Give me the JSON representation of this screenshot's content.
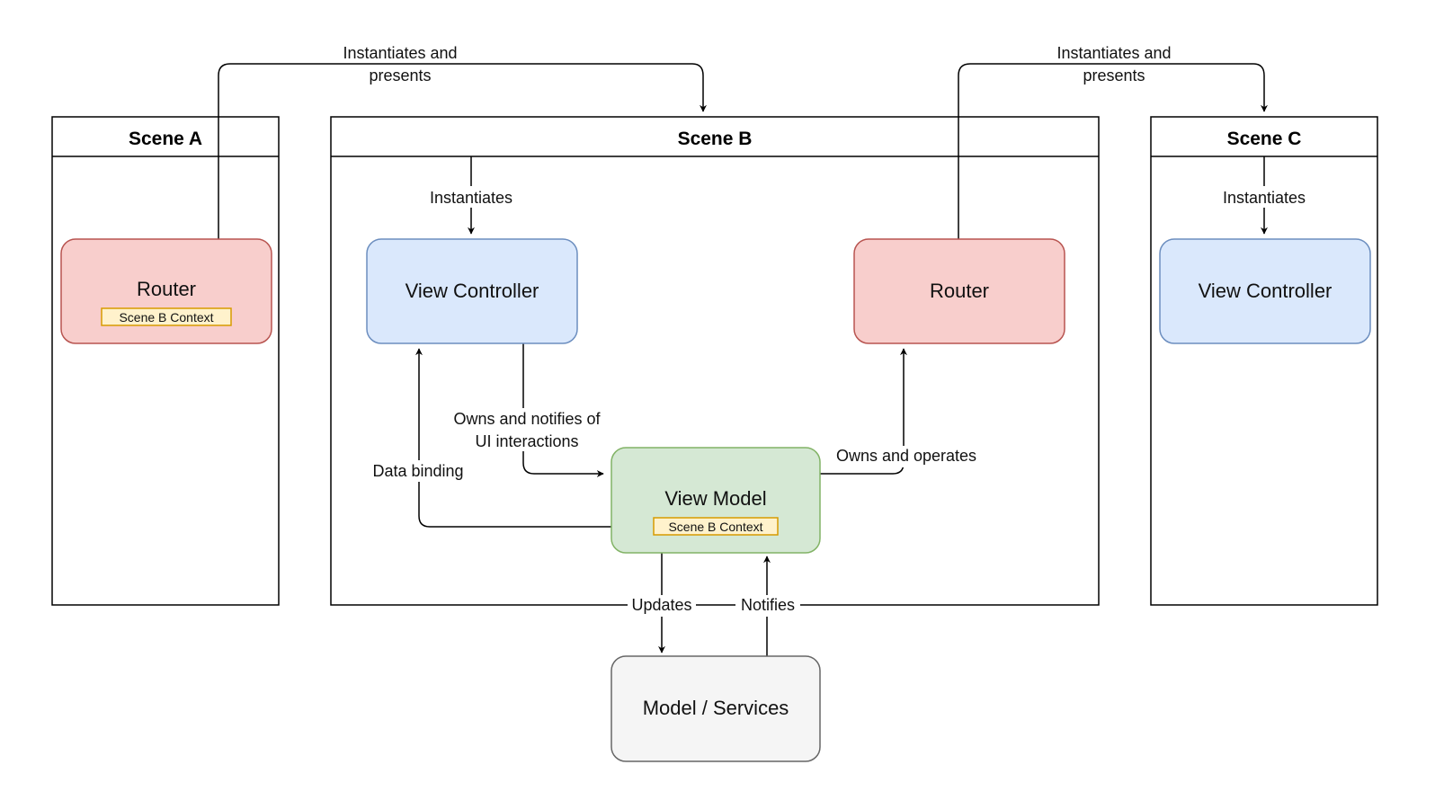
{
  "scenes": {
    "a": {
      "title": "Scene A"
    },
    "b": {
      "title": "Scene B"
    },
    "c": {
      "title": "Scene C"
    }
  },
  "nodes": {
    "router_a": {
      "label": "Router",
      "context": "Scene B Context"
    },
    "view_controller_b": {
      "label": "View Controller"
    },
    "router_b": {
      "label": "Router"
    },
    "view_model_b": {
      "label": "View Model",
      "context": "Scene B Context"
    },
    "view_controller_c": {
      "label": "View Controller"
    },
    "model_services": {
      "label": "Model / Services"
    }
  },
  "edges": {
    "a_to_b": {
      "line1": "Instantiates and",
      "line2": "presents"
    },
    "b_to_c": {
      "line1": "Instantiates and",
      "line2": "presents"
    },
    "b_instantiates": {
      "label": "Instantiates"
    },
    "c_instantiates": {
      "label": "Instantiates"
    },
    "owns_notifies": {
      "line1": "Owns and notifies of",
      "line2": "UI interactions"
    },
    "data_binding": {
      "label": "Data binding"
    },
    "owns_operates": {
      "label": "Owns and operates"
    },
    "updates": {
      "label": "Updates"
    },
    "notifies": {
      "label": "Notifies"
    }
  },
  "colors": {
    "router_fill": "#f8cecc",
    "router_stroke": "#b85450",
    "vc_fill": "#dae8fc",
    "vc_stroke": "#6c8ebf",
    "vm_fill": "#d5e8d4",
    "vm_stroke": "#82b366",
    "model_fill": "#f5f5f5",
    "model_stroke": "#666666",
    "context_fill": "#fff2cc",
    "context_stroke": "#d79b00"
  }
}
